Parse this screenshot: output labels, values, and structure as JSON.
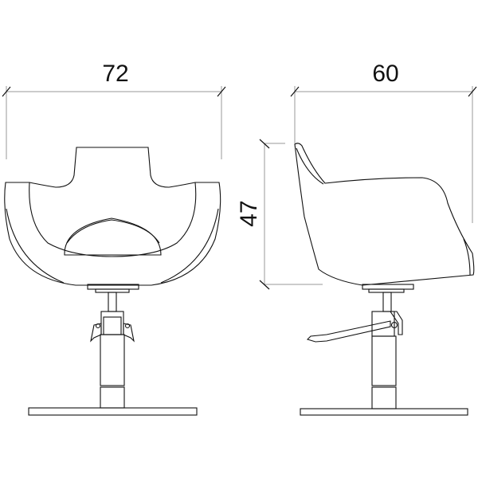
{
  "dimensions": {
    "width": "72",
    "depth": "60",
    "height": "47"
  },
  "colors": {
    "line": "#111111",
    "dimension_line": "#999999",
    "background": "#ffffff"
  }
}
